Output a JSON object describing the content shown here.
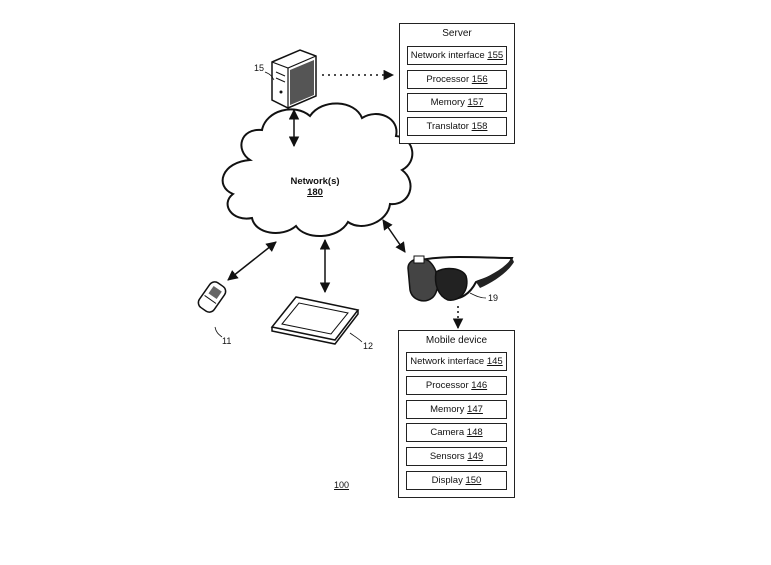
{
  "server": {
    "title": "Server",
    "ref": "15",
    "components": [
      {
        "name": "Network interface",
        "ref": "155"
      },
      {
        "name": "Processor",
        "ref": "156"
      },
      {
        "name": "Memory",
        "ref": "157"
      },
      {
        "name": "Translator",
        "ref": "158"
      }
    ]
  },
  "network": {
    "name": "Network(s)",
    "ref": "180"
  },
  "devices": {
    "phone_ref": "11",
    "tablet_ref": "12",
    "glasses_ref": "19"
  },
  "mobile": {
    "title": "Mobile device",
    "components": [
      {
        "name": "Network interface",
        "ref": "145"
      },
      {
        "name": "Processor",
        "ref": "146"
      },
      {
        "name": "Memory",
        "ref": "147"
      },
      {
        "name": "Camera",
        "ref": "148"
      },
      {
        "name": "Sensors",
        "ref": "149"
      },
      {
        "name": "Display",
        "ref": "150"
      }
    ]
  },
  "figure_ref": "100"
}
